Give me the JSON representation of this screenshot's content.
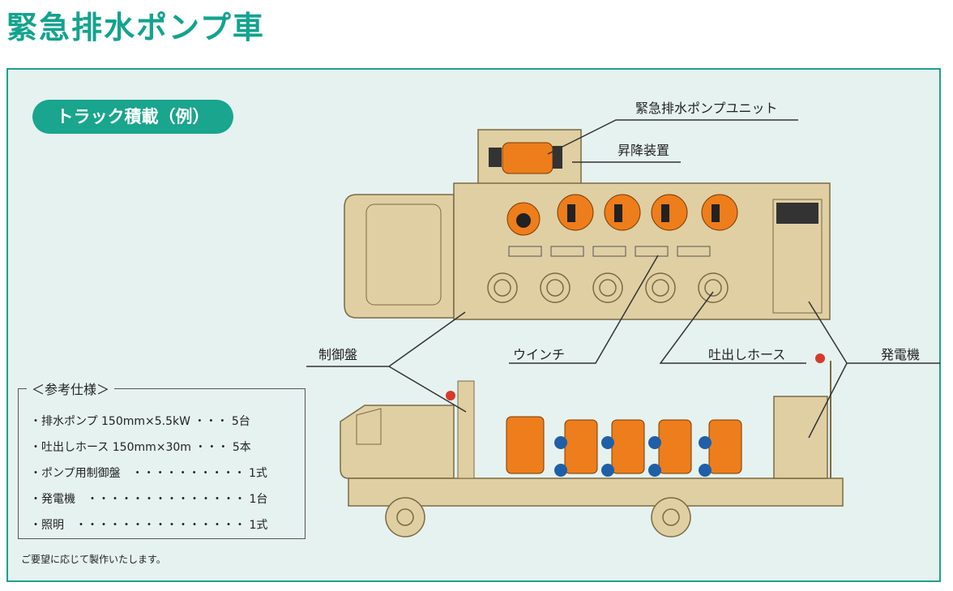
{
  "title": "緊急排水ポンプ車",
  "badge": "トラック積載（例）",
  "callouts": {
    "pump_unit": "緊急排水ポンプユニット",
    "lift": "昇降装置",
    "control_panel": "制御盤",
    "winch": "ウインチ",
    "hose": "吐出しホース",
    "generator": "発電機"
  },
  "spec": {
    "title": "＜参考仕様＞",
    "items": [
      "・排水ポンプ 150mm×5.5kW ・・・ 5台",
      "・吐出しホース 150mm×30m ・・・ 5本",
      "・ポンプ用制御盤　・・・・・・・・・・ 1式",
      "・発電機　・・・・・・・・・・・・・・ 1台",
      "・照明　・・・・・・・・・・・・・・・ 1式"
    ]
  },
  "note": "ご要望に応じて製作いたします。",
  "colors": {
    "accent": "#19a58e",
    "panel_bg": "#e6f2ef",
    "truck_body": "#e0cfa3",
    "pump": "#ee7d1c",
    "wheel_blue": "#1f5fa8"
  }
}
